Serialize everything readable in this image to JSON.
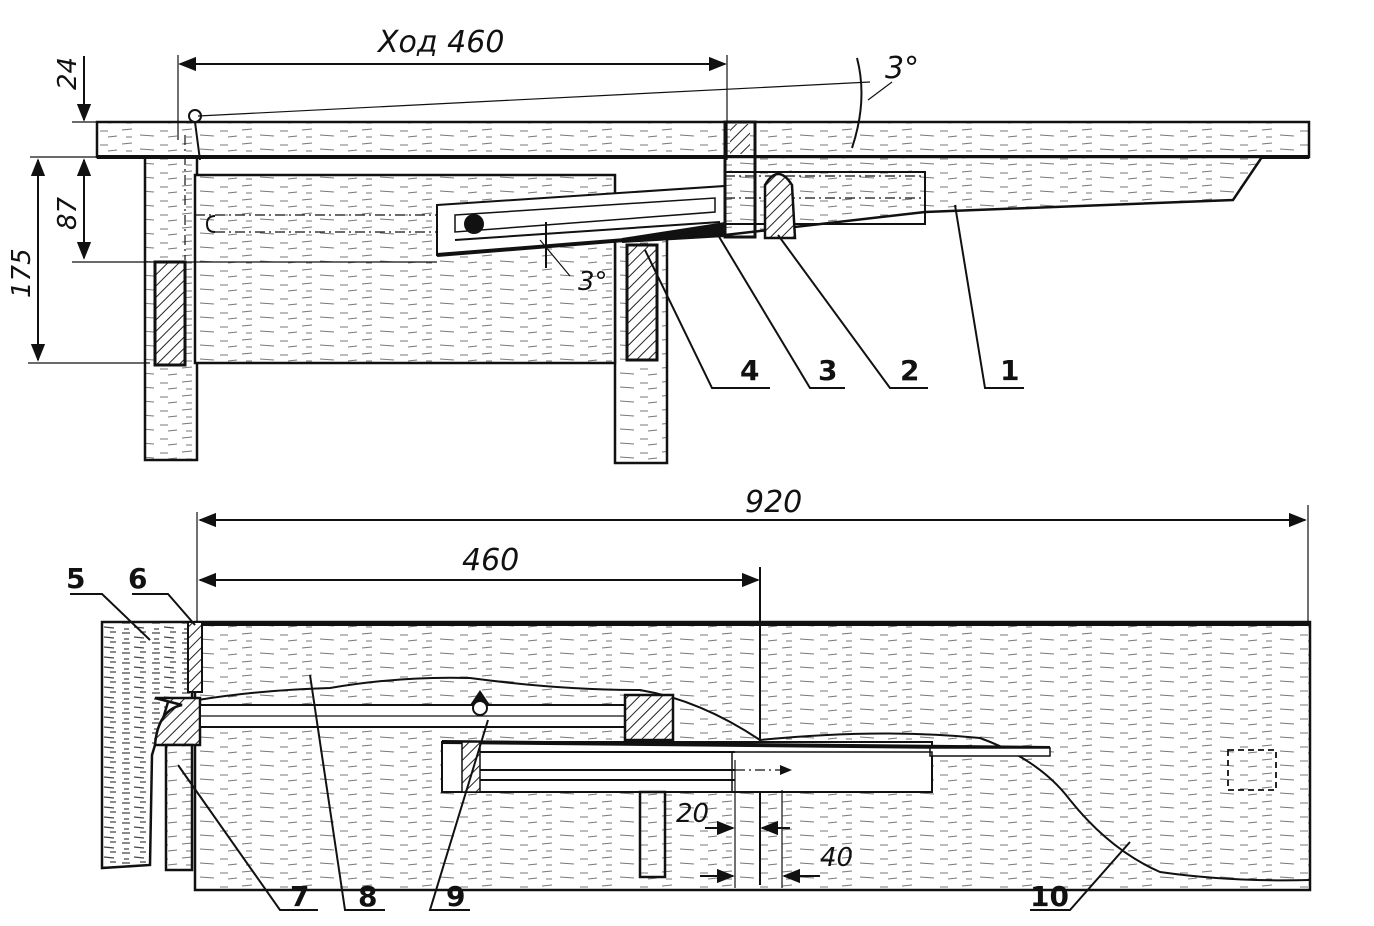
{
  "top_view": {
    "stroke_label": "Ход 460",
    "dim_24": "24",
    "dim_87": "87",
    "dim_175": "175",
    "angle_top": "3°",
    "angle_bottom": "3°",
    "callouts": [
      "4",
      "3",
      "2",
      "1"
    ]
  },
  "bottom_view": {
    "dim_total": "920",
    "dim_half": "460",
    "dim_20": "20",
    "dim_40": "40",
    "callouts": [
      "5",
      "6",
      "7",
      "8",
      "9",
      "10"
    ]
  }
}
